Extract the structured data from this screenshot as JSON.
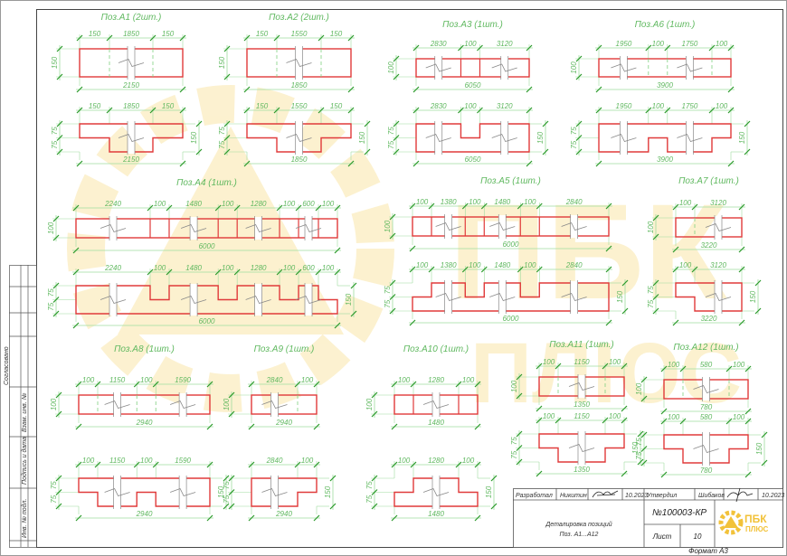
{
  "watermark": {
    "brand_line1": "ПБК",
    "brand_line2": "ПЛЮС"
  },
  "colors": {
    "outline": "#e03a3a",
    "dimension": "#5fb85f",
    "frame": "#444444",
    "watermark": "#f7d877"
  },
  "positions": [
    {
      "id": "A1",
      "title": "Поз.А1 (2шт.)",
      "segments": [
        "150",
        "1850",
        "150"
      ],
      "total": "2150",
      "top_height": "150",
      "half": "75",
      "full": "150",
      "levels": [
        "upper",
        "full",
        "upper"
      ]
    },
    {
      "id": "A2",
      "title": "Поз.А2 (2шт.)",
      "segments": [
        "150",
        "1550",
        "150"
      ],
      "total": "1850",
      "top_height": "150",
      "half": "75",
      "full": "150",
      "levels": [
        "upper",
        "full",
        "upper"
      ]
    },
    {
      "id": "A3",
      "title": "Поз.А3 (1шт.)",
      "segments": [
        "2830",
        "100",
        "3120"
      ],
      "total": "6050",
      "top_height": "100",
      "half": "75",
      "full": "150",
      "levels": [
        "full",
        "lower",
        "full"
      ]
    },
    {
      "id": "A6",
      "title": "Поз.А6 (1шт.)",
      "segments": [
        "1950",
        "100",
        "1750",
        "100"
      ],
      "total": "3900",
      "top_height": "100",
      "half": "75",
      "full": "150",
      "levels": [
        "full",
        "upper",
        "full",
        "upper"
      ]
    },
    {
      "id": "A4",
      "title": "Поз.А4 (1шт.)",
      "segments": [
        "2240",
        "100",
        "1480",
        "100",
        "1280",
        "100",
        "600",
        "100"
      ],
      "total": "6000",
      "top_height": "100",
      "half": "75",
      "full": "150",
      "levels": [
        "full",
        "lower",
        "full",
        "lower",
        "full",
        "lower",
        "full",
        "lower"
      ]
    },
    {
      "id": "A5",
      "title": "Поз.А5 (1шт.)",
      "segments": [
        "100",
        "1380",
        "100",
        "1480",
        "100",
        "2840"
      ],
      "total": "6000",
      "top_height": "100",
      "half": "75",
      "full": "150",
      "levels": [
        "lower",
        "full",
        "lower",
        "full",
        "lower",
        "full"
      ]
    },
    {
      "id": "A7",
      "title": "Поз.А7 (1шт.)",
      "segments": [
        "100",
        "3120"
      ],
      "total": "3220",
      "top_height": "100",
      "half": "75",
      "full": "150",
      "levels": [
        "upper",
        "full"
      ]
    },
    {
      "id": "A8",
      "title": "Поз.А8 (1шт.)",
      "segments": [
        "100",
        "1150",
        "100",
        "1590"
      ],
      "total": "2940",
      "top_height": "100",
      "half": "75",
      "full": "150",
      "levels": [
        "upper",
        "full",
        "upper",
        "full"
      ]
    },
    {
      "id": "A9",
      "title": "Поз.А9 (1шт.)",
      "segments": [
        "2840",
        "100"
      ],
      "total": "2940",
      "top_height": "100",
      "half": "75",
      "full": "150",
      "levels": [
        "full",
        "upper"
      ]
    },
    {
      "id": "A10",
      "title": "Поз.А10 (1шт.)",
      "segments": [
        "100",
        "1280",
        "100"
      ],
      "total": "1480",
      "top_height": "100",
      "half": "75",
      "full": "150",
      "levels": [
        "lower",
        "full",
        "lower"
      ]
    },
    {
      "id": "A11",
      "title": "Поз.А11 (1шт.)",
      "segments": [
        "100",
        "1150",
        "100"
      ],
      "total": "1350",
      "top_height": "100",
      "half": "75",
      "full": "150",
      "levels": [
        "upper",
        "full",
        "upper"
      ]
    },
    {
      "id": "A12",
      "title": "Поз.А12 (1шт.)",
      "segments": [
        "100",
        "580",
        "100"
      ],
      "total": "780",
      "top_height": "100",
      "half": "75",
      "full": "150",
      "levels": [
        "upper",
        "full",
        "upper"
      ]
    }
  ],
  "side_stamp": {
    "agreed": "Согласовано",
    "replaced_inv": "Взам. инв. №",
    "signature_date": "Подпись и дата",
    "original_inv": "Инв. № подл."
  },
  "title_block": {
    "developed_label": "Разработал",
    "developer": "Никитин",
    "developed_date": "10.2023",
    "approved_label": "Утвердил",
    "approver": "Шибаков",
    "approved_date": "10.2023",
    "description_line1": "Деталировка позиций",
    "description_line2": "Поз. А1...А12",
    "doc_number": "№100003-КР",
    "sheet_label": "Лист",
    "sheet_number": "10",
    "logo_line1": "ПБК",
    "logo_line2": "ПЛЮС",
    "format": "Формат А3"
  }
}
